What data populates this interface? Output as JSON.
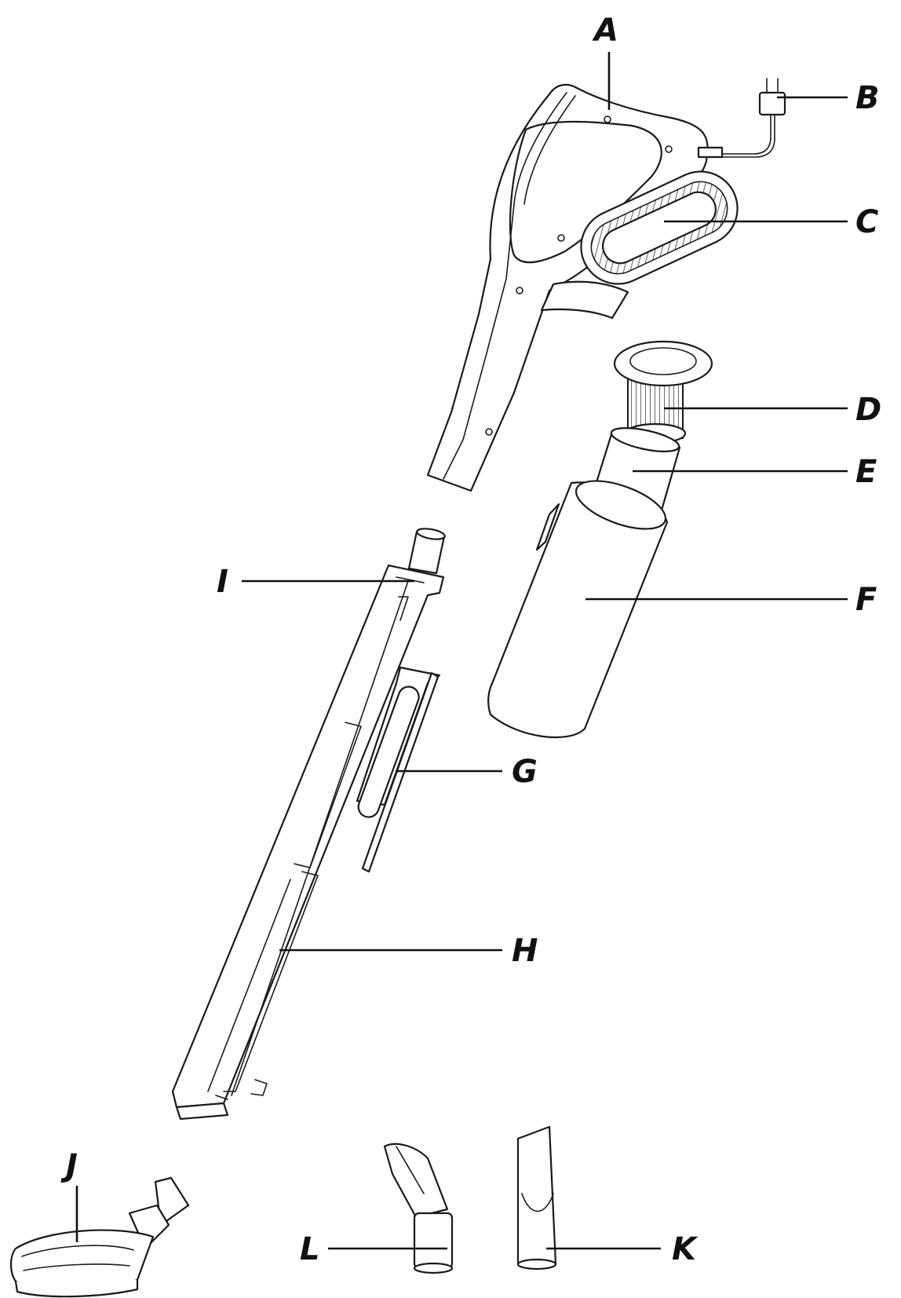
{
  "labels": {
    "A": "A",
    "B": "B",
    "C": "C",
    "D": "D",
    "E": "E",
    "F": "F",
    "G": "G",
    "H": "H",
    "I": "I",
    "J": "J",
    "K": "K",
    "L": "L"
  },
  "colors": {
    "line": "#1a1a1a",
    "background": "#ffffff"
  }
}
